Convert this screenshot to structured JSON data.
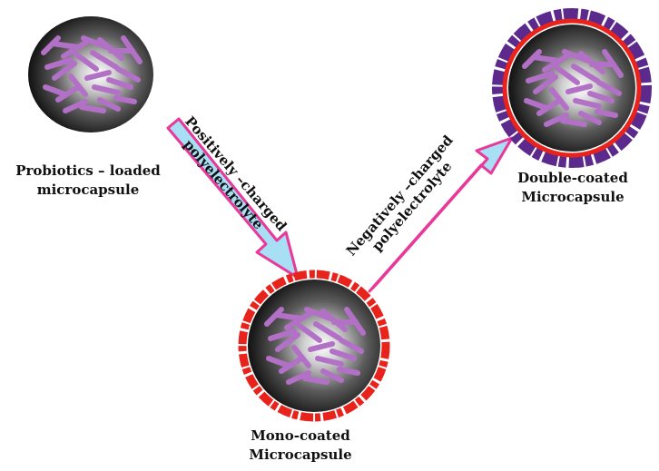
{
  "captions": {
    "loaded": {
      "line1": "Probiotics – loaded",
      "line2": "microcapsule"
    },
    "mono": {
      "line1": "Mono-coated",
      "line2": "Microcapsule"
    },
    "double": {
      "line1": "Double-coated",
      "line2": "Microcapsule"
    }
  },
  "arrows": {
    "positive": {
      "line1": "Positively –charged",
      "line2": "polyelectrolyte"
    },
    "negative": {
      "line1": "Negatively –charged",
      "line2": "polyelectrolyte"
    }
  },
  "colors": {
    "arrow_fill": "#a9dff5",
    "arrow_outline": "#e8389a",
    "positive_coating": "#e8231c",
    "negative_coating": "#5b2a8c",
    "bacteria": "#b270c6"
  }
}
